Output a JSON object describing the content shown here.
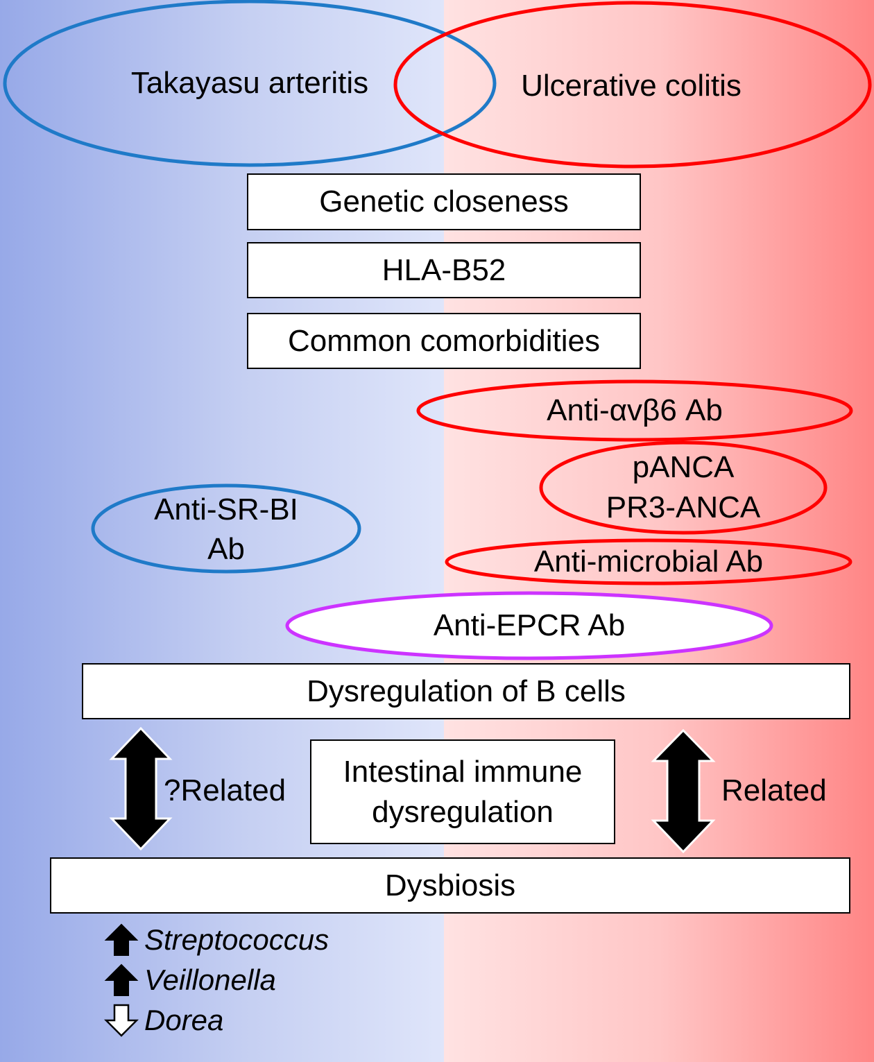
{
  "colors": {
    "left_blue": "#1f7ac8",
    "right_red": "#ff0000",
    "shared_purple": "#cc33ff"
  },
  "diseases": {
    "left": "Takayasu arteritis",
    "right": "Ulcerative colitis"
  },
  "shared_boxes": [
    "Genetic closeness",
    "HLA-B52",
    "Common comorbidities"
  ],
  "uc_antibodies": {
    "anti_avb6": "Anti-αvβ6 Ab",
    "anca_line1": "pANCA",
    "anca_line2": "PR3-ANCA",
    "anti_microbial": "Anti-microbial Ab"
  },
  "ta_antibody": {
    "line1": "Anti-SR-BI",
    "line2": "Ab"
  },
  "shared_antibody": "Anti-EPCR Ab",
  "b_cells": "Dysregulation of B cells",
  "intestinal": {
    "line1": "Intestinal immune",
    "line2": "dysregulation"
  },
  "left_link": "?Related",
  "right_link": "Related",
  "dysbiosis": "Dysbiosis",
  "bacteria": [
    {
      "name": "Streptococcus",
      "direction": "up-filled-arrow-icon"
    },
    {
      "name": "Veillonella",
      "direction": "up-filled-arrow-icon"
    },
    {
      "name": "Dorea",
      "direction": "down-outline-arrow-icon"
    }
  ]
}
